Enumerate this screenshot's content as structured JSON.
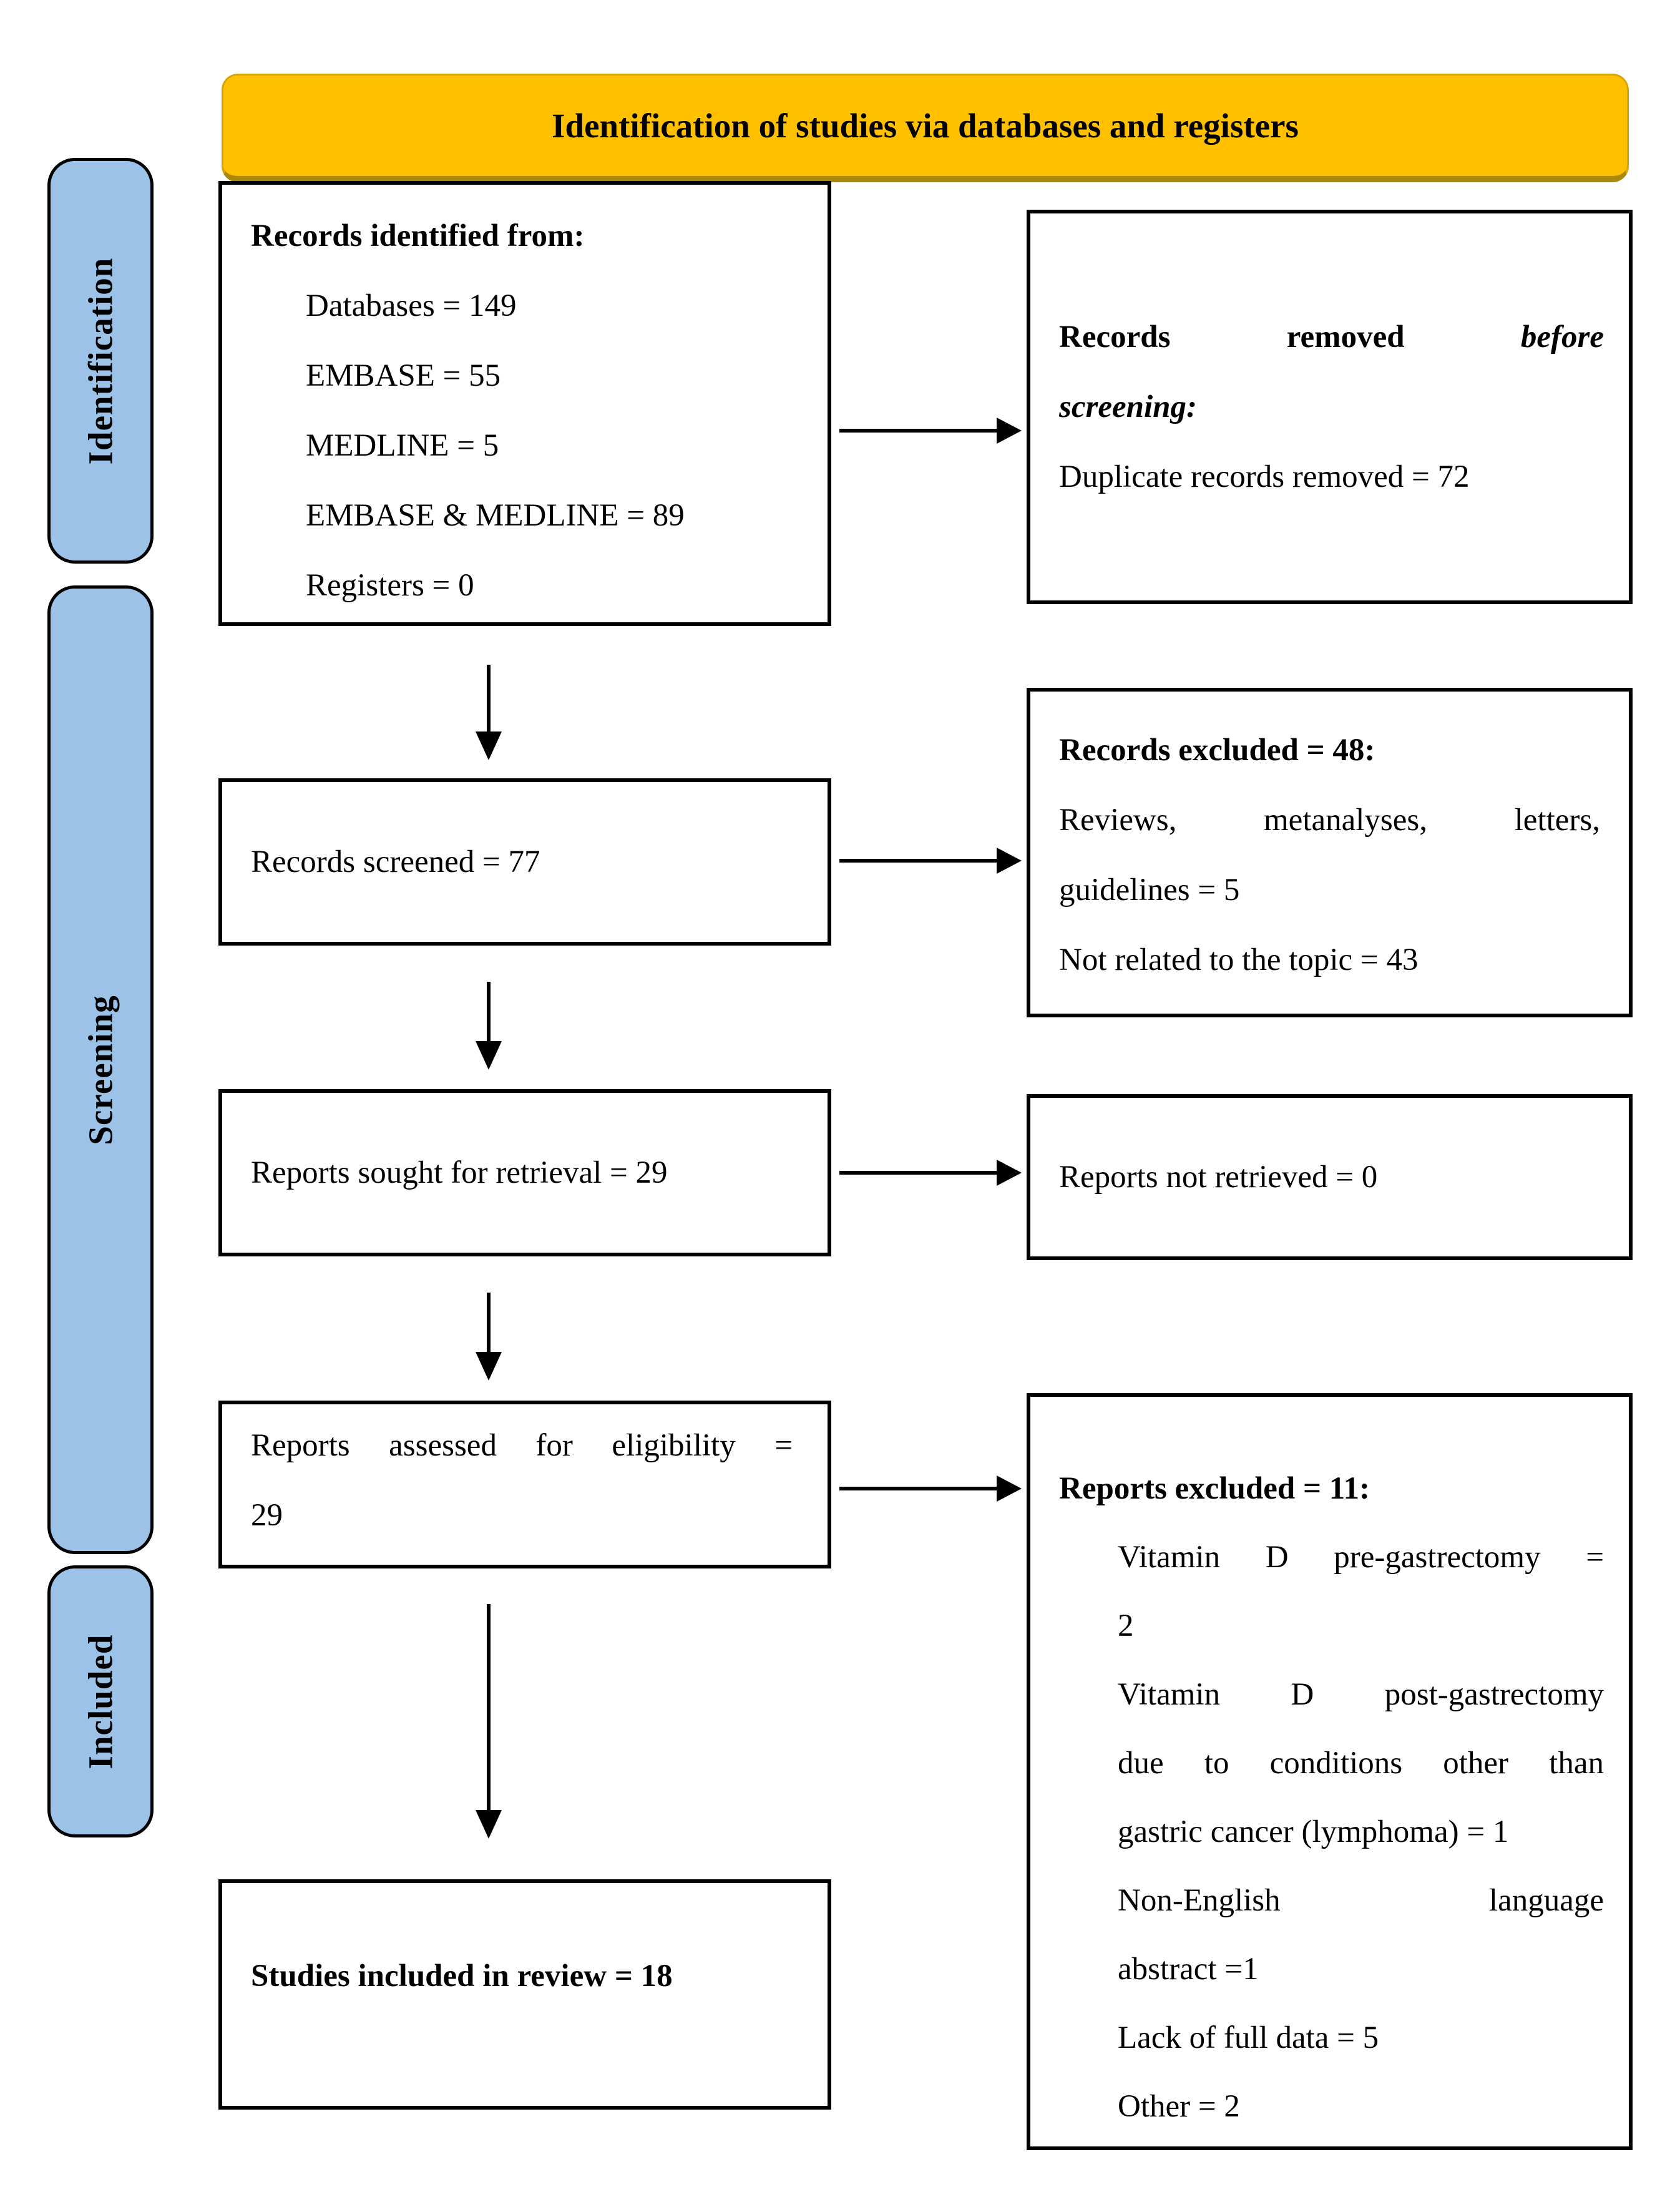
{
  "colors": {
    "banner_fill": "#FFC000",
    "banner_border": "#D7A50B",
    "banner_border_dark": "#A9890B",
    "stage_fill": "#9CC3E7",
    "ink": "#000000"
  },
  "banner": {
    "title": "Identification of studies via databases and registers"
  },
  "sidebar": {
    "identification": "Identification",
    "screening": "Screening",
    "included": "Included"
  },
  "left_column": {
    "records_identified": {
      "title": "Records identified from:",
      "items": [
        "Databases = 149",
        "EMBASE = 55",
        "MEDLINE = 5",
        "EMBASE & MEDLINE = 89",
        "Registers = 0"
      ]
    },
    "records_screened": {
      "text": "Records screened = 77"
    },
    "reports_sought": {
      "text": "Reports sought for retrieval = 29"
    },
    "reports_assessed": {
      "line1": "Reports assessed for eligibility =",
      "line2": "29"
    },
    "studies_included": {
      "text": "Studies included in review = 18"
    }
  },
  "right_column": {
    "records_removed": {
      "line1_bold": "Records removed",
      "line1_italic": "before",
      "line2_italic": "screening:",
      "detail": "Duplicate records removed = 72"
    },
    "records_excluded": {
      "title": "Records excluded = 48:",
      "line2": "Reviews, metanalyses, letters,",
      "line3": "guidelines = 5",
      "line4": "Not related to the topic = 43"
    },
    "reports_not_retrieved": {
      "text": "Reports not retrieved = 0"
    },
    "reports_excluded": {
      "title": "Reports excluded = 11:",
      "item1_line1": "Vitamin D pre-gastrectomy =",
      "item1_line2": "2",
      "item2_line1": "Vitamin D post-gastrectomy",
      "item2_line2": "due to conditions other than",
      "item2_line3": "gastric cancer (lymphoma) = 1",
      "item3_line1": "Non-English language",
      "item3_line2": "abstract =1",
      "item4": "Lack of full data = 5",
      "item5": "Other = 2"
    }
  }
}
